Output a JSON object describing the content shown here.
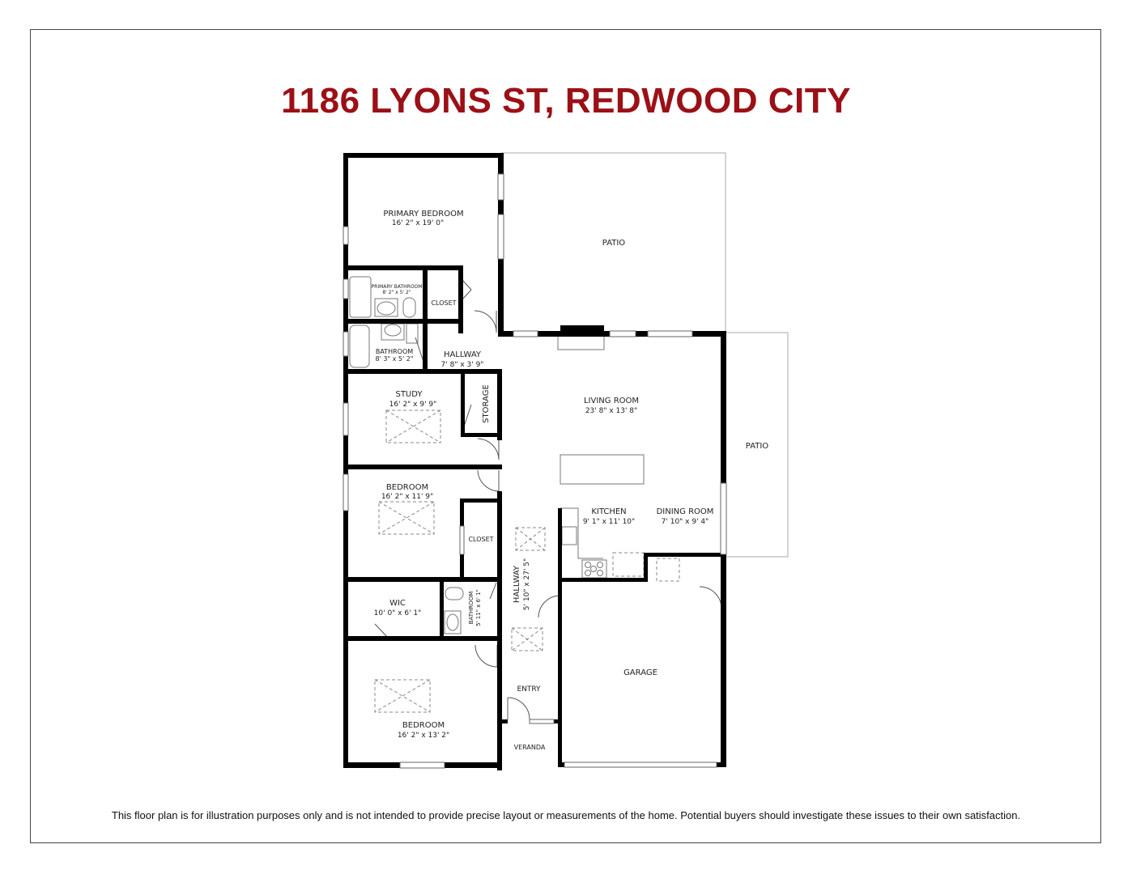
{
  "header": {
    "title": "1186 LYONS ST, REDWOOD CITY"
  },
  "footer": {
    "disclaimer": "This floor plan is for illustration purposes only and is not intended to provide precise layout or measurements of the home. Potential buyers should investigate these issues to their own satisfaction."
  },
  "colors": {
    "title": "#9b1016",
    "wall": "#000000",
    "outline": "#999999"
  },
  "rooms": {
    "primary_bedroom": {
      "name": "PRIMARY BEDROOM",
      "size": "16' 2\" x 19' 0\""
    },
    "patio_north": {
      "name": "PATIO"
    },
    "primary_bathroom": {
      "name": "PRIMARY BATHROOM",
      "size": "8' 2\" x 5' 2\""
    },
    "closet_primary": {
      "name": "CLOSET"
    },
    "bathroom_1": {
      "name": "BATHROOM",
      "size": "8' 3\" x 5' 2\""
    },
    "hallway_1": {
      "name": "HALLWAY",
      "size": "7' 8\" x 3' 9\""
    },
    "study": {
      "name": "STUDY",
      "size": "16' 2\" x 9' 9\""
    },
    "storage": {
      "name": "STORAGE"
    },
    "living_room": {
      "name": "LIVING ROOM",
      "size": "23' 8\" x 13' 8\""
    },
    "patio_east": {
      "name": "PATIO"
    },
    "bedroom_2": {
      "name": "BEDROOM",
      "size": "16' 2\" x 11' 9\""
    },
    "closet_2": {
      "name": "CLOSET"
    },
    "kitchen": {
      "name": "KITCHEN",
      "size": "9' 1\" x 11' 10\""
    },
    "dining_room": {
      "name": "DINING ROOM",
      "size": "7' 10\" x 9' 4\""
    },
    "hallway_2": {
      "name": "HALLWAY",
      "size": "5' 10\" x 27' 5\""
    },
    "wic": {
      "name": "WIC",
      "size": "10' 0\" x 6' 1\""
    },
    "bathroom_2": {
      "name": "BATHROOM",
      "size": "5' 11\" x 6' 1\""
    },
    "garage": {
      "name": "GARAGE"
    },
    "entry": {
      "name": "ENTRY"
    },
    "bedroom_3": {
      "name": "BEDROOM",
      "size": "16' 2\" x 13' 2\""
    },
    "veranda": {
      "name": "VERANDA"
    }
  }
}
